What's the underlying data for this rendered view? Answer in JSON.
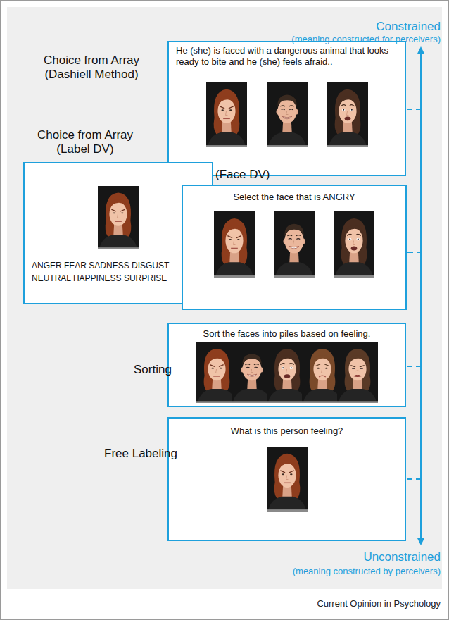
{
  "diagram": {
    "nodes": [
      {
        "text": [
          "He (she) is faced with a dangerous animal that looks ready to bite and he (she) feels afraid.."
        ]
      },
      {
        "text": [
          "ANGER FEAR SADNESS DISGUST",
          "NEUTRAL HAPPINESS SURPRISE"
        ]
      },
      {
        "text": [
          "Select the face that is ANGRY"
        ]
      },
      {
        "text": [
          "Sort the faces into piles based on feeling."
        ]
      },
      {
        "text": [
          "What is this person feeling?"
        ]
      }
    ],
    "labels": [
      "Constrained",
      "(meaning constructed for perceivers)",
      "Choice from Array (Dashiell Method)",
      "Choice from Array (Label DV)",
      "(Face DV)",
      "Sorting",
      "Free Labeling",
      "Unconstrained",
      "(meaning constructed by perceivers)",
      "Current Opinion in Psychology"
    ]
  }
}
